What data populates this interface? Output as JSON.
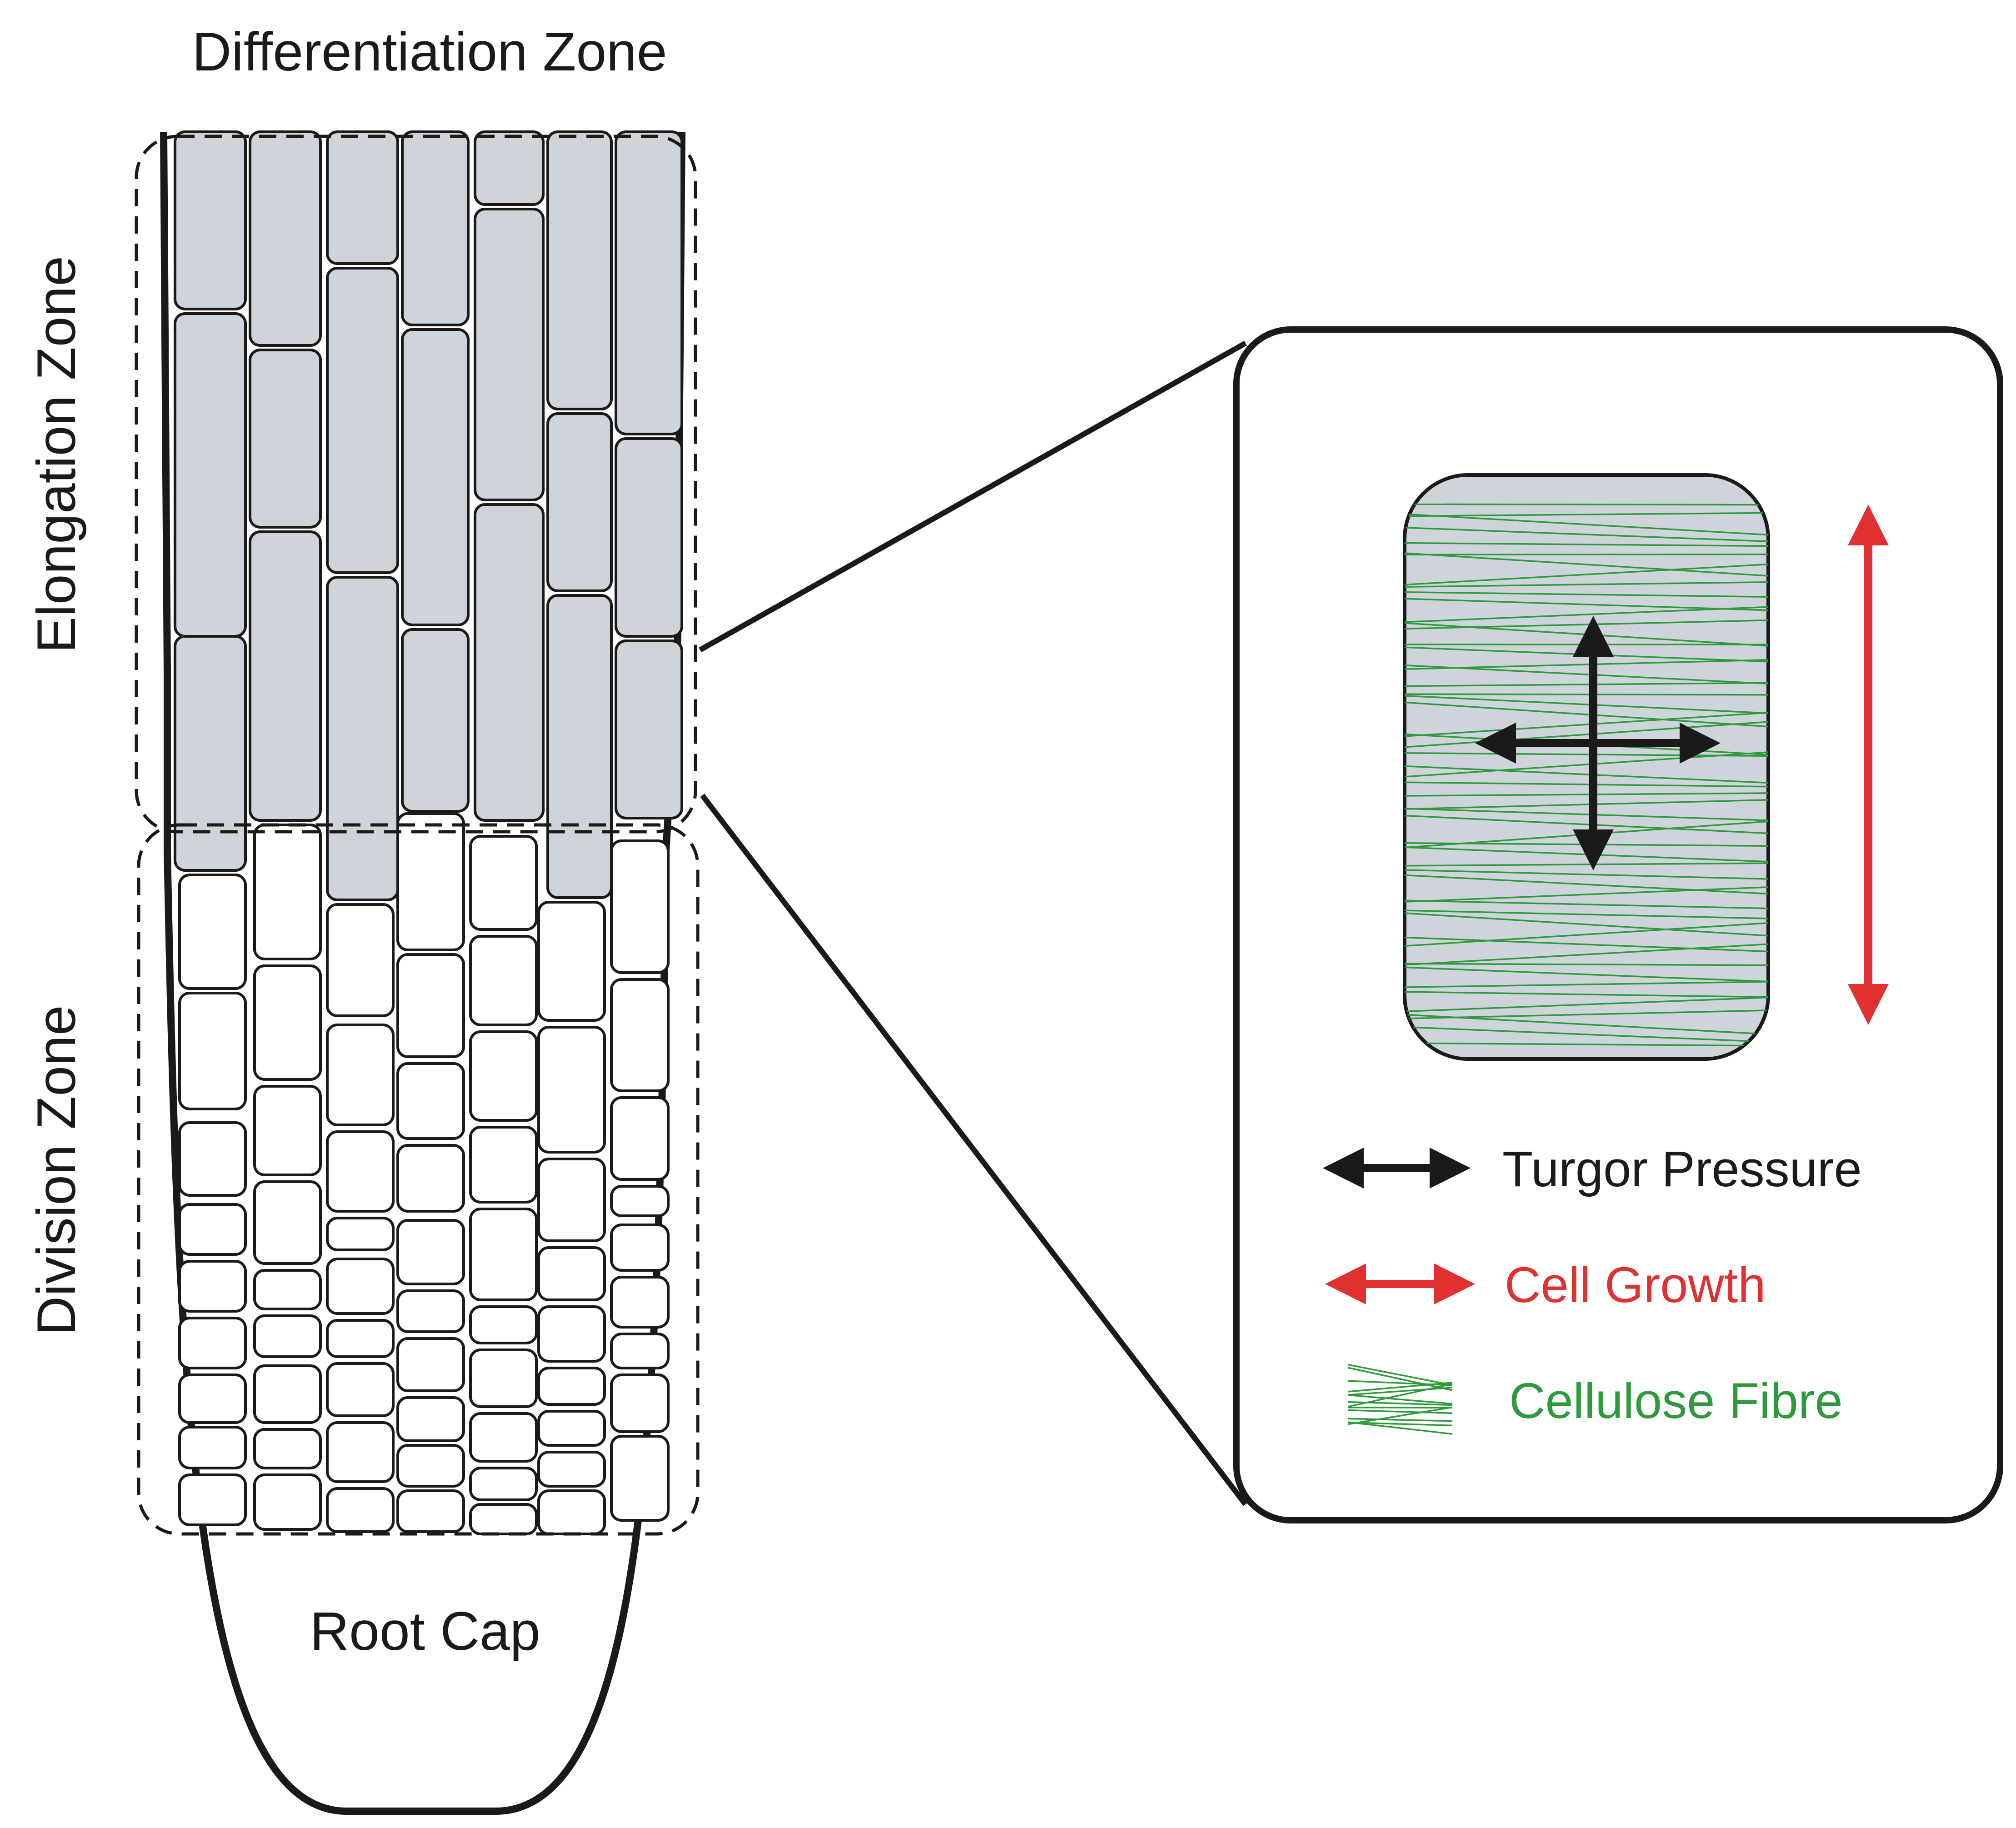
{
  "labels": {
    "differentiation_zone": "Differentiation Zone",
    "elongation_zone": "Elongation Zone",
    "division_zone": "Division Zone",
    "root_cap": "Root Cap"
  },
  "legend": {
    "turgor_pressure": "Turgor Pressure",
    "cell_growth": "Cell Growth",
    "cellulose_fibre": "Cellulose Fibre"
  },
  "colors": {
    "outline": "#1a1a1a",
    "cell_fill": "#cfd4da",
    "growth": "#e03030",
    "fibre": "#2e9a3c",
    "background": "#ffffff"
  }
}
